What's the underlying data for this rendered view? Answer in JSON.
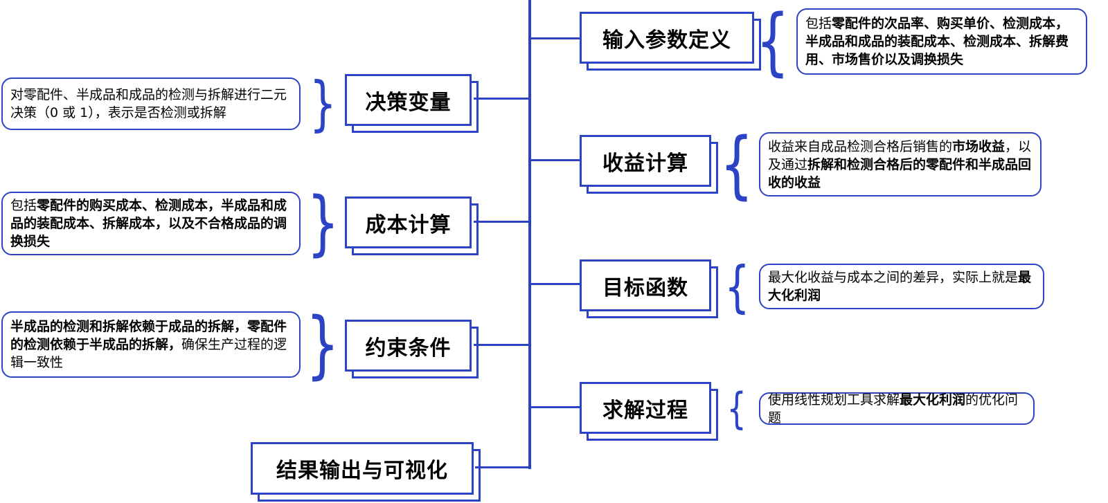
{
  "colors": {
    "accent": "#2b43c4",
    "text": "#000000",
    "background": "#ffffff"
  },
  "glyphs": {
    "left_brace": "}",
    "right_brace": "{"
  },
  "left_branches": [
    {
      "title": "决策变量",
      "description": {
        "segments": [
          {
            "text": "对零配件、半成品和成品的检测与拆解进行二元决策（0 或 1），表示是否检测或拆解",
            "bold": false
          }
        ]
      }
    },
    {
      "title": "成本计算",
      "description": {
        "segments": [
          {
            "text": "包括",
            "bold": false
          },
          {
            "text": "零配件的购买成本、检测成本，半成品和成品的装配成本、拆解成本，以及不合格成品的调换损失",
            "bold": true
          }
        ]
      }
    },
    {
      "title": "约束条件",
      "description": {
        "segments": [
          {
            "text": "半成品的检测和拆解依赖于成品的拆解，零配件的检测依赖于半成品的拆解，",
            "bold": true
          },
          {
            "text": "确保生产过程的逻辑一致性",
            "bold": false
          }
        ]
      }
    },
    {
      "title": "结果输出与可视化"
    }
  ],
  "right_branches": [
    {
      "title": "输入参数定义",
      "description": {
        "segments": [
          {
            "text": "包括",
            "bold": false
          },
          {
            "text": "零配件的次品率、购买单价、检测成本，半成品和成品的装配成本、检测成本、拆解费用、市场售价以及调换损失",
            "bold": true
          }
        ]
      }
    },
    {
      "title": "收益计算",
      "description": {
        "segments": [
          {
            "text": "收益来自成品检测合格后销售的",
            "bold": false
          },
          {
            "text": "市场收益",
            "bold": true
          },
          {
            "text": "，以及通过",
            "bold": false
          },
          {
            "text": "拆解和检测合格后的零配件和半成品回收的收益",
            "bold": true
          }
        ]
      }
    },
    {
      "title": "目标函数",
      "description": {
        "segments": [
          {
            "text": "最大化收益与成本之间的差异，实际上就是",
            "bold": false
          },
          {
            "text": "最大化利润",
            "bold": true
          }
        ]
      }
    },
    {
      "title": "求解过程",
      "description": {
        "segments": [
          {
            "text": "使用线性规划工具求解",
            "bold": false
          },
          {
            "text": "最大化利润",
            "bold": true
          },
          {
            "text": "的优化问题",
            "bold": false
          }
        ]
      }
    }
  ]
}
